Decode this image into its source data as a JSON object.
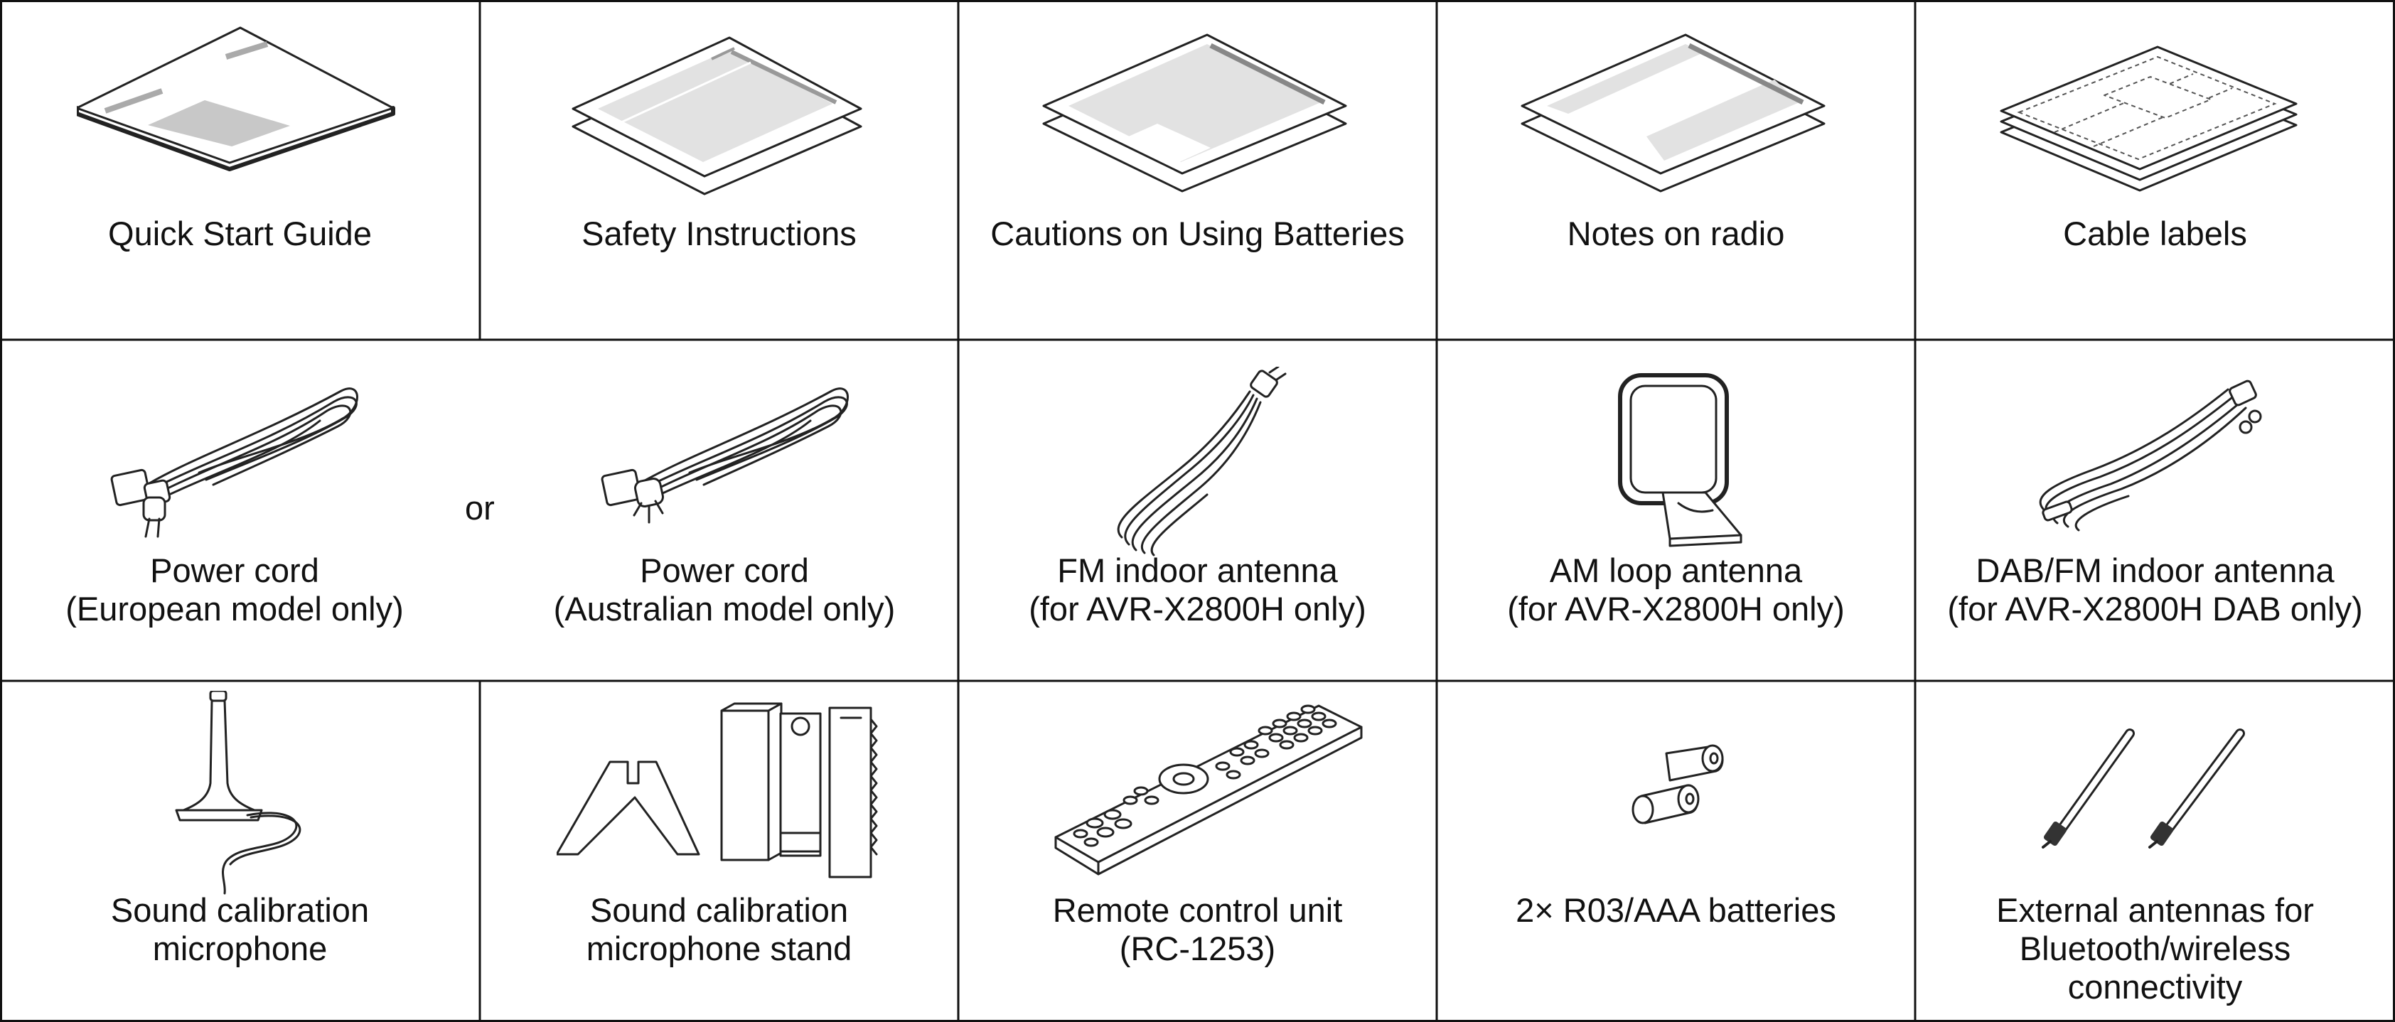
{
  "accessories": {
    "quick_start_guide": {
      "line1": "Quick Start Guide",
      "icon": "booklet-icon"
    },
    "safety_instructions": {
      "line1": "Safety Instructions",
      "icon": "document-sheets-icon"
    },
    "cautions_batteries": {
      "line1": "Cautions on Using Batteries",
      "icon": "document-sheets-icon"
    },
    "notes_radio": {
      "line1": "Notes on radio",
      "icon": "document-sheets-icon"
    },
    "cable_labels": {
      "line1": "Cable labels",
      "icon": "label-sheet-icon"
    },
    "power_cord_eu": {
      "line1": "Power cord",
      "line2": "(European model only)",
      "icon": "power-cord-icon"
    },
    "or_text": "or",
    "power_cord_au": {
      "line1": "Power cord",
      "line2": "(Australian model only)",
      "icon": "power-cord-icon"
    },
    "fm_antenna": {
      "line1": "FM indoor antenna",
      "line2": "(for AVR-X2800H only)",
      "icon": "wire-antenna-icon"
    },
    "am_antenna": {
      "line1": "AM loop antenna",
      "line2": "(for AVR-X2800H only)",
      "icon": "loop-antenna-icon"
    },
    "dab_fm_antenna": {
      "line1": "DAB/FM indoor antenna",
      "line2": "(for AVR-X2800H DAB only)",
      "icon": "wire-antenna-icon"
    },
    "microphone": {
      "line1": "Sound calibration",
      "line2": "microphone",
      "icon": "microphone-icon"
    },
    "mic_stand": {
      "line1": "Sound calibration",
      "line2": "microphone stand",
      "icon": "microphone-stand-icon"
    },
    "remote": {
      "line1": "Remote control unit",
      "line2": "(RC-1253)",
      "icon": "remote-control-icon"
    },
    "batteries": {
      "line1": "2× R03/AAA batteries",
      "icon": "battery-icon"
    },
    "external_antennas": {
      "line1": "External antennas for",
      "line2": "Bluetooth/wireless",
      "line3": "connectivity",
      "icon": "rod-antenna-icon"
    }
  }
}
